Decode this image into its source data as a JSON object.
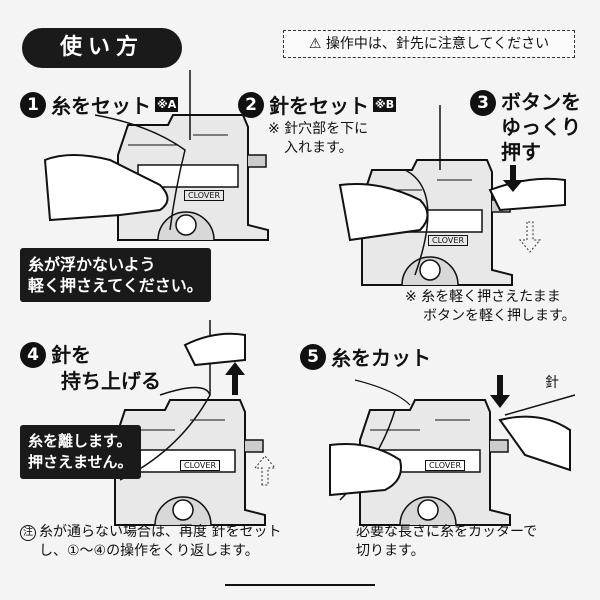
{
  "header": {
    "title": "使い方",
    "warning": "操作中は、針先に注意してください"
  },
  "steps": [
    {
      "num": "1",
      "label": "糸をセット",
      "tag": "※A"
    },
    {
      "num": "2",
      "label": "針をセット",
      "tag": "※B",
      "note_lines": [
        "※ 針穴部を下に",
        "入れます。"
      ]
    },
    {
      "num": "3",
      "label_lines": [
        "ボタンを",
        "ゆっくり",
        "押す"
      ],
      "note_lines": [
        "※ 糸を軽く押さえたまま",
        "ボタンを軽く押します。"
      ]
    },
    {
      "num": "4",
      "label_lines": [
        "針を",
        "持ち上げる"
      ],
      "box_lines": [
        "糸を離します。",
        "押さえません。"
      ]
    },
    {
      "num": "5",
      "label": "糸をカット",
      "needle_label": "針",
      "footer_lines": [
        "必要な長さに糸をカッターで",
        "切ります。"
      ]
    }
  ],
  "step1_box_lines": [
    "糸が浮かないよう",
    "軽く押さえてください。"
  ],
  "brand": "CLOVER",
  "footnote": {
    "mark": "注",
    "line1": "糸が通らない場合は、再度 針をセット",
    "line2": "し、①～④の操作をくり返します。"
  }
}
